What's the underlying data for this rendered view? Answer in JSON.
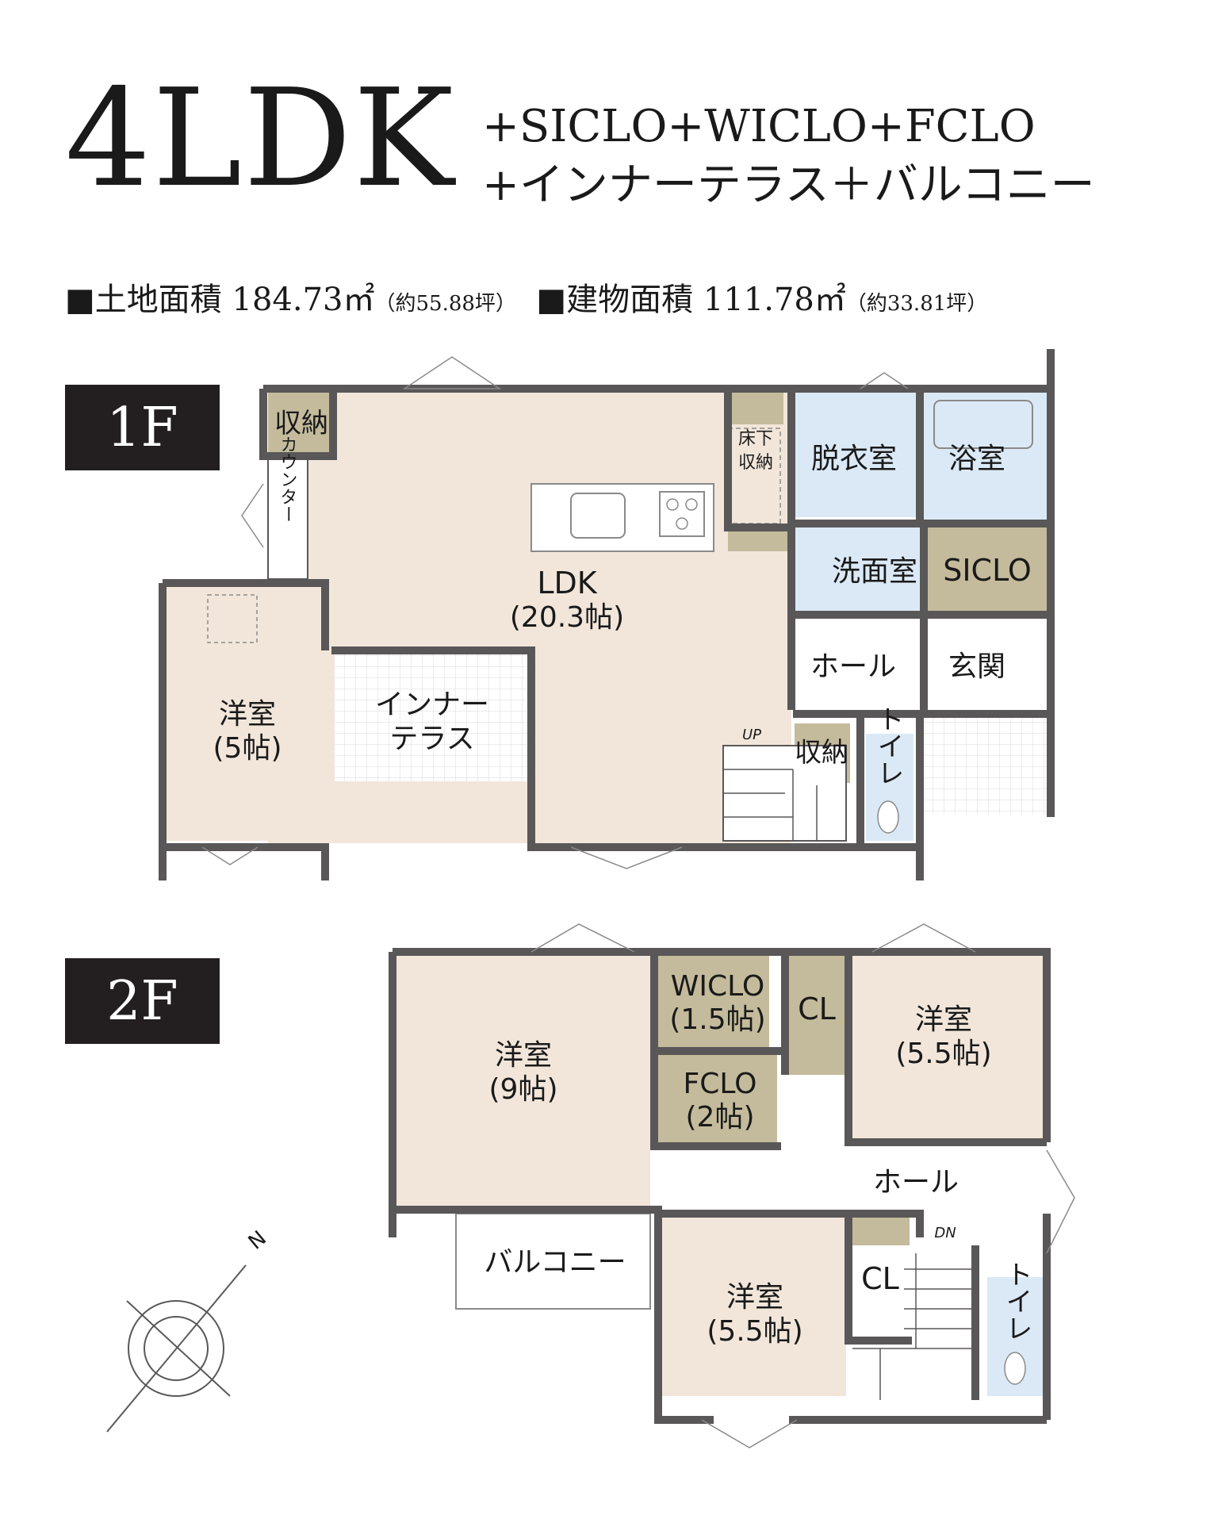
{
  "header": {
    "layout": "4LDK",
    "extras_line1": "+SICLO+WICLO+FCLO",
    "extras_line2": "+インナーテラス＋バルコニー"
  },
  "areas": {
    "land_label": "■土地面積",
    "land_value": "184.73㎡",
    "land_tsubo": "（約55.88坪）",
    "building_label": "■建物面積",
    "building_value": "111.78㎡",
    "building_tsubo": "（約33.81坪）"
  },
  "floors": {
    "f1": {
      "tag": "1F",
      "rooms": {
        "storage_top": "収納",
        "counter": "カウンター",
        "underfloor_1": "床下",
        "underfloor_2": "収納",
        "dressing": "脱衣室",
        "bath": "浴室",
        "washroom": "洗面室",
        "siclo": "SICLO",
        "ldk_name": "LDK",
        "ldk_size": "(20.3帖)",
        "hall": "ホール",
        "entrance": "玄関",
        "western_name": "洋室",
        "western_size": "(5帖)",
        "terrace_1": "インナー",
        "terrace_2": "テラス",
        "storage_small": "収納",
        "toilet": "トイレ",
        "up": "UP"
      }
    },
    "f2": {
      "tag": "2F",
      "rooms": {
        "wiclo_name": "WICLO",
        "wiclo_size": "(1.5帖)",
        "cl_top": "CL",
        "western_r_name": "洋室",
        "western_r_size": "(5.5帖)",
        "western_l_name": "洋室",
        "western_l_size": "(9帖)",
        "fclo_name": "FCLO",
        "fclo_size": "(2帖)",
        "hall": "ホール",
        "balcony": "バルコニー",
        "western_b_name": "洋室",
        "western_b_size": "(5.5帖)",
        "cl_bottom": "CL",
        "toilet": "トイレ",
        "dn": "DN"
      }
    }
  },
  "compass": {
    "north": "N"
  },
  "colors": {
    "wall": "#595757",
    "floor_wood": "#f2e6da",
    "wet_area": "#dbe9f6",
    "closet": "#c4bb9c",
    "tile": "#ffffff"
  }
}
